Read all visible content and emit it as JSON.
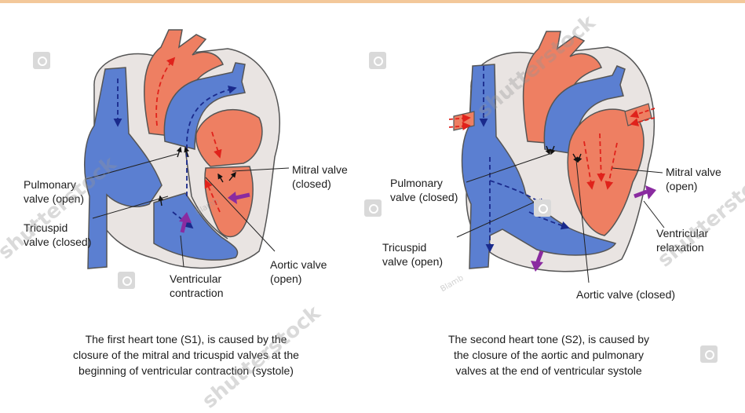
{
  "left_panel": {
    "labels": {
      "pulmonary_valve": [
        "Pulmonary",
        "valve (open)"
      ],
      "tricuspid_valve": [
        "Tricuspid",
        "valve (closed)"
      ],
      "mitral_valve": [
        "Mitral valve",
        "(closed)"
      ],
      "aortic_valve": [
        "Aortic valve",
        "(open)"
      ],
      "ventricular_contraction": [
        "Ventricular",
        "contraction"
      ]
    },
    "caption": [
      "The first heart tone (S1), is caused by the",
      "closure of the mitral and tricuspid valves at the",
      "beginning of ventricular contraction (systole)"
    ]
  },
  "right_panel": {
    "labels": {
      "pulmonary_valve": [
        "Pulmonary",
        "valve (closed)"
      ],
      "tricuspid_valve": [
        "Tricuspid",
        "valve (open)"
      ],
      "mitral_valve": [
        "Mitral valve",
        "(open)"
      ],
      "ventricular_relaxation": [
        "Ventricular",
        "relaxation"
      ],
      "aortic_valve": "Aortic valve (closed)"
    },
    "caption": [
      "The second heart tone (S2), is caused by",
      "the closure of the aortic and pulmonary",
      "valves at the end of ventricular systole"
    ]
  },
  "watermarks": {
    "shutterstock": "shutterstock",
    "blamb": "Blamb"
  },
  "colors": {
    "deoxygenated": "#5b7fd1",
    "oxygenated": "#ee7f62",
    "tissue": "#e9e4e2",
    "outline": "#555555",
    "blue_arrow": "#1a2a8c",
    "red_arrow": "#e0221b",
    "purple_arrow": "#8a2ba0",
    "top_bar": "#f3c89a"
  }
}
